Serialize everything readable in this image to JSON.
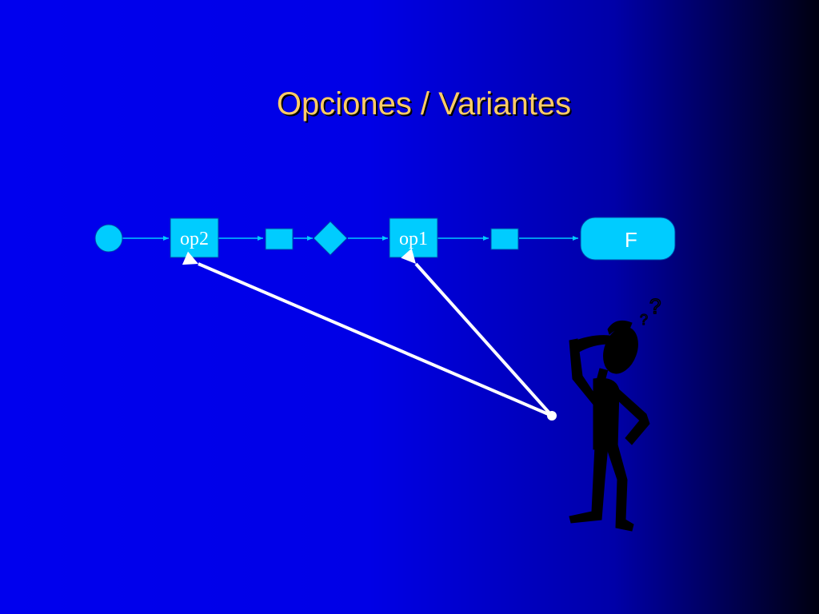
{
  "slide": {
    "title": "Opciones / Variantes"
  },
  "diagram": {
    "nodes": {
      "op2": "op2",
      "op1": "op1",
      "end": "F"
    },
    "colors": {
      "node_fill": "#00ccff",
      "node_stroke": "#0044aa",
      "connector": "#00ccff",
      "pointer_arrow": "#ffffff",
      "figure": "#000000"
    },
    "icons": {
      "figure": "confused-person-icon"
    }
  }
}
